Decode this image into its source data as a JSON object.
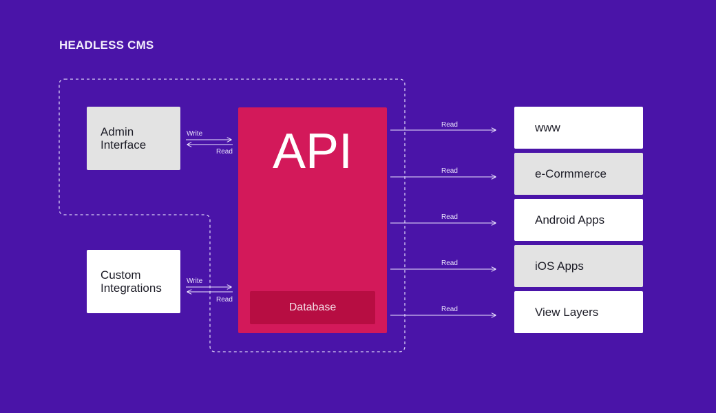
{
  "title": "HEADLESS CMS",
  "api": {
    "label": "API",
    "database": "Database"
  },
  "sources": [
    {
      "label": "Admin Interface",
      "write": "Write",
      "read": "Read",
      "color": "#e3e3e3"
    },
    {
      "label": "Custom Integrations",
      "write": "Write",
      "read": "Read",
      "color": "#ffffff"
    }
  ],
  "targets": [
    {
      "label": "www",
      "read": "Read",
      "color": "#ffffff"
    },
    {
      "label": "e-Cormmerce",
      "read": "Read",
      "color": "#e3e3e3"
    },
    {
      "label": "Android Apps",
      "read": "Read",
      "color": "#ffffff"
    },
    {
      "label": "iOS Apps",
      "read": "Read",
      "color": "#e3e3e3"
    },
    {
      "label": "View Layers",
      "read": "Read",
      "color": "#ffffff"
    }
  ],
  "colors": {
    "background": "#4a14a8",
    "api": "#d3195a",
    "database": "#b70d42",
    "line": "#ede8ff"
  }
}
